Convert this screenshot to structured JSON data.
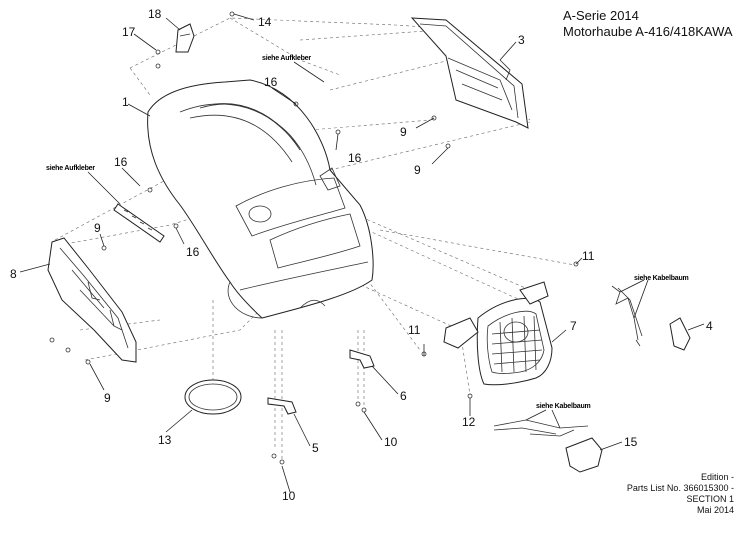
{
  "header": {
    "line1": "A-Serie 2014",
    "line2": "Motorhaube A-416/418KAWA"
  },
  "footer": {
    "edition": "Edition -",
    "parts_list": "Parts List No. 366015300 -",
    "section": "SECTION 1",
    "date": "Mai 2014"
  },
  "notes": {
    "aufkleber": "siehe Aufkleber",
    "kabelbaum": "siehe Kabelbaum"
  },
  "callouts": {
    "c1": "1",
    "c3": "3",
    "c4": "4",
    "c5": "5",
    "c6": "6",
    "c7": "7",
    "c8": "8",
    "c9": "9",
    "c10": "10",
    "c11": "11",
    "c12": "12",
    "c13": "13",
    "c14": "14",
    "c15": "15",
    "c16": "16",
    "c17": "17",
    "c18": "18"
  }
}
